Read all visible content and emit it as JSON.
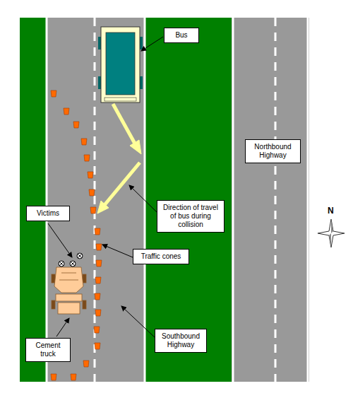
{
  "diagram": {
    "nodes": [
      {
        "text": [
          "Bus"
        ]
      },
      {
        "text": [
          "Northbound Highway"
        ]
      },
      {
        "text": [
          "Direction of travel of bus during collision"
        ]
      },
      {
        "text": [
          "Victims"
        ]
      },
      {
        "text": [
          "Traffic cones"
        ]
      },
      {
        "text": [
          "Cement truck"
        ]
      },
      {
        "text": [
          "Southbound Highway"
        ]
      }
    ],
    "labels": [
      "N"
    ]
  }
}
